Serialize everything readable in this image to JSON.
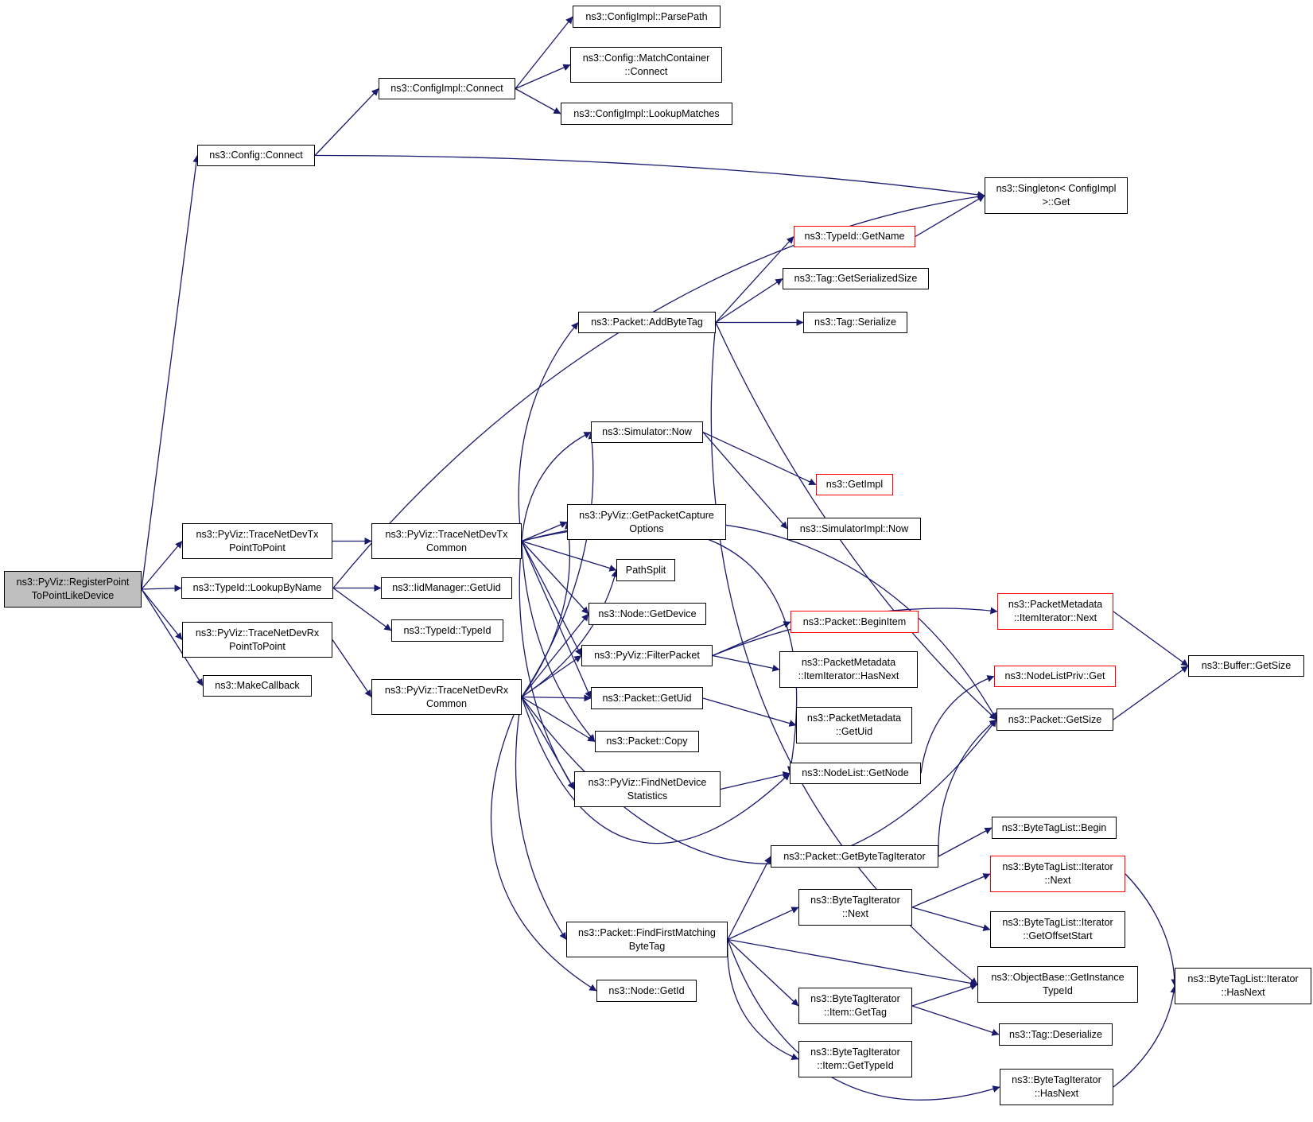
{
  "colors": {
    "edge": "#191970",
    "border": "#000000",
    "red_border": "#ff0000",
    "root_fill": "#bfbfbf"
  },
  "nodes": [
    {
      "id": "register",
      "label": "ns3::PyViz::RegisterPoint\nToPointLikeDevice",
      "root": true
    },
    {
      "id": "config_connect",
      "label": "ns3::Config::Connect"
    },
    {
      "id": "configimpl_connect",
      "label": "ns3::ConfigImpl::Connect"
    },
    {
      "id": "parsepath",
      "label": "ns3::ConfigImpl::ParsePath"
    },
    {
      "id": "matchcontainer",
      "label": "ns3::Config::MatchContainer\n::Connect"
    },
    {
      "id": "lookupmatches",
      "label": "ns3::ConfigImpl::LookupMatches"
    },
    {
      "id": "singleton_get",
      "label": "ns3::Singleton< ConfigImpl\n>::Get"
    },
    {
      "id": "typeid_getname",
      "label": "ns3::TypeId::GetName",
      "red": true
    },
    {
      "id": "tag_getserializedsize",
      "label": "ns3::Tag::GetSerializedSize"
    },
    {
      "id": "tag_serialize",
      "label": "ns3::Tag::Serialize"
    },
    {
      "id": "addbytetag",
      "label": "ns3::Packet::AddByteTag"
    },
    {
      "id": "simulator_now",
      "label": "ns3::Simulator::Now"
    },
    {
      "id": "getimpl",
      "label": "ns3::GetImpl",
      "red": true
    },
    {
      "id": "simulatorimpl_now",
      "label": "ns3::SimulatorImpl::Now"
    },
    {
      "id": "getpacketcapture",
      "label": "ns3::PyViz::GetPacketCapture\nOptions"
    },
    {
      "id": "pathsplit",
      "label": "PathSplit"
    },
    {
      "id": "tracetx_p2p",
      "label": "ns3::PyViz::TraceNetDevTx\nPointToPoint"
    },
    {
      "id": "tracetx_common",
      "label": "ns3::PyViz::TraceNetDevTx\nCommon"
    },
    {
      "id": "lookupbyname",
      "label": "ns3::TypeId::LookupByName"
    },
    {
      "id": "iidmanager_getuid",
      "label": "ns3::IidManager::GetUid"
    },
    {
      "id": "typeid_typeid",
      "label": "ns3::TypeId::TypeId"
    },
    {
      "id": "tracerx_p2p",
      "label": "ns3::PyViz::TraceNetDevRx\nPointToPoint"
    },
    {
      "id": "makecallback",
      "label": "ns3::MakeCallback"
    },
    {
      "id": "tracerx_common",
      "label": "ns3::PyViz::TraceNetDevRx\nCommon"
    },
    {
      "id": "node_getdevice",
      "label": "ns3::Node::GetDevice"
    },
    {
      "id": "filterpacket",
      "label": "ns3::PyViz::FilterPacket"
    },
    {
      "id": "packet_getuid",
      "label": "ns3::Packet::GetUid"
    },
    {
      "id": "packet_copy",
      "label": "ns3::Packet::Copy"
    },
    {
      "id": "findnetdevicestats",
      "label": "ns3::PyViz::FindNetDevice\nStatistics"
    },
    {
      "id": "packet_beginitem",
      "label": "ns3::Packet::BeginItem",
      "red": true
    },
    {
      "id": "pm_iter_hasnext",
      "label": "ns3::PacketMetadata\n::ItemIterator::HasNext"
    },
    {
      "id": "pm_getuid",
      "label": "ns3::PacketMetadata\n::GetUid"
    },
    {
      "id": "nodelist_getnode",
      "label": "ns3::NodeList::GetNode"
    },
    {
      "id": "pm_iter_next",
      "label": "ns3::PacketMetadata\n::ItemIterator::Next",
      "red": true
    },
    {
      "id": "nodelistpriv_get",
      "label": "ns3::NodeListPriv::Get",
      "red": true
    },
    {
      "id": "packet_getsize",
      "label": "ns3::Packet::GetSize"
    },
    {
      "id": "buffer_getsize",
      "label": "ns3::Buffer::GetSize"
    },
    {
      "id": "getbytetagiterator",
      "label": "ns3::Packet::GetByteTagIterator"
    },
    {
      "id": "btl_begin",
      "label": "ns3::ByteTagList::Begin"
    },
    {
      "id": "bti_next",
      "label": "ns3::ByteTagIterator\n::Next"
    },
    {
      "id": "btl_iter_next",
      "label": "ns3::ByteTagList::Iterator\n::Next",
      "red": true
    },
    {
      "id": "btl_iter_getoffsetstart",
      "label": "ns3::ByteTagList::Iterator\n::GetOffsetStart"
    },
    {
      "id": "findfirstmatching",
      "label": "ns3::Packet::FindFirstMatching\nByteTag"
    },
    {
      "id": "objectbase_getinstancetypeid",
      "label": "ns3::ObjectBase::GetInstance\nTypeId"
    },
    {
      "id": "btl_iter_hasnext",
      "label": "ns3::ByteTagList::Iterator\n::HasNext"
    },
    {
      "id": "node_getid",
      "label": "ns3::Node::GetId"
    },
    {
      "id": "bti_item_gettag",
      "label": "ns3::ByteTagIterator\n::Item::GetTag"
    },
    {
      "id": "tag_deserialize",
      "label": "ns3::Tag::Deserialize"
    },
    {
      "id": "bti_item_gettypeid",
      "label": "ns3::ByteTagIterator\n::Item::GetTypeId"
    },
    {
      "id": "bti_hasnext",
      "label": "ns3::ByteTagIterator\n::HasNext"
    }
  ],
  "edges": [
    [
      "register",
      "config_connect"
    ],
    [
      "register",
      "tracetx_p2p"
    ],
    [
      "register",
      "lookupbyname"
    ],
    [
      "register",
      "tracerx_p2p"
    ],
    [
      "register",
      "makecallback"
    ],
    [
      "config_connect",
      "configimpl_connect"
    ],
    [
      "config_connect",
      "singleton_get"
    ],
    [
      "configimpl_connect",
      "parsepath"
    ],
    [
      "configimpl_connect",
      "matchcontainer"
    ],
    [
      "configimpl_connect",
      "lookupmatches"
    ],
    [
      "tracetx_p2p",
      "tracetx_common"
    ],
    [
      "lookupbyname",
      "singleton_get"
    ],
    [
      "lookupbyname",
      "iidmanager_getuid"
    ],
    [
      "lookupbyname",
      "typeid_typeid"
    ],
    [
      "tracerx_p2p",
      "tracerx_common"
    ],
    [
      "tracetx_common",
      "addbytetag"
    ],
    [
      "tracetx_common",
      "simulator_now"
    ],
    [
      "tracetx_common",
      "getpacketcapture"
    ],
    [
      "tracetx_common",
      "pathsplit"
    ],
    [
      "tracetx_common",
      "node_getdevice"
    ],
    [
      "tracetx_common",
      "filterpacket"
    ],
    [
      "tracetx_common",
      "packet_getuid"
    ],
    [
      "tracetx_common",
      "packet_copy"
    ],
    [
      "tracetx_common",
      "findnetdevicestats"
    ],
    [
      "tracetx_common",
      "nodelist_getnode"
    ],
    [
      "tracetx_common",
      "packet_getsize"
    ],
    [
      "tracerx_common",
      "simulator_now"
    ],
    [
      "tracerx_common",
      "getpacketcapture"
    ],
    [
      "tracerx_common",
      "pathsplit"
    ],
    [
      "tracerx_common",
      "node_getdevice"
    ],
    [
      "tracerx_common",
      "filterpacket"
    ],
    [
      "tracerx_common",
      "packet_getuid"
    ],
    [
      "tracerx_common",
      "packet_copy"
    ],
    [
      "tracerx_common",
      "findnetdevicestats"
    ],
    [
      "tracerx_common",
      "nodelist_getnode"
    ],
    [
      "tracerx_common",
      "packet_getsize"
    ],
    [
      "tracerx_common",
      "findfirstmatching"
    ],
    [
      "tracerx_common",
      "node_getid"
    ],
    [
      "addbytetag",
      "typeid_getname"
    ],
    [
      "addbytetag",
      "tag_getserializedsize"
    ],
    [
      "addbytetag",
      "tag_serialize"
    ],
    [
      "addbytetag",
      "packet_getsize"
    ],
    [
      "addbytetag",
      "objectbase_getinstancetypeid"
    ],
    [
      "typeid_getname",
      "singleton_get"
    ],
    [
      "simulator_now",
      "getimpl"
    ],
    [
      "simulator_now",
      "simulatorimpl_now"
    ],
    [
      "filterpacket",
      "packet_beginitem"
    ],
    [
      "filterpacket",
      "pm_iter_hasnext"
    ],
    [
      "filterpacket",
      "pm_iter_next"
    ],
    [
      "packet_getuid",
      "pm_getuid"
    ],
    [
      "findnetdevicestats",
      "nodelist_getnode"
    ],
    [
      "nodelist_getnode",
      "nodelistpriv_get"
    ],
    [
      "pm_iter_next",
      "buffer_getsize"
    ],
    [
      "packet_getsize",
      "buffer_getsize"
    ],
    [
      "getbytetagiterator",
      "btl_begin"
    ],
    [
      "getbytetagiterator",
      "packet_getsize"
    ],
    [
      "findfirstmatching",
      "getbytetagiterator"
    ],
    [
      "findfirstmatching",
      "bti_next"
    ],
    [
      "findfirstmatching",
      "objectbase_getinstancetypeid"
    ],
    [
      "findfirstmatching",
      "bti_item_gettag"
    ],
    [
      "findfirstmatching",
      "bti_item_gettypeid"
    ],
    [
      "findfirstmatching",
      "bti_hasnext"
    ],
    [
      "bti_next",
      "btl_iter_next"
    ],
    [
      "bti_next",
      "btl_iter_getoffsetstart"
    ],
    [
      "btl_iter_next",
      "btl_iter_hasnext"
    ],
    [
      "bti_item_gettag",
      "objectbase_getinstancetypeid"
    ],
    [
      "bti_item_gettag",
      "tag_deserialize"
    ],
    [
      "bti_hasnext",
      "btl_iter_hasnext"
    ]
  ]
}
